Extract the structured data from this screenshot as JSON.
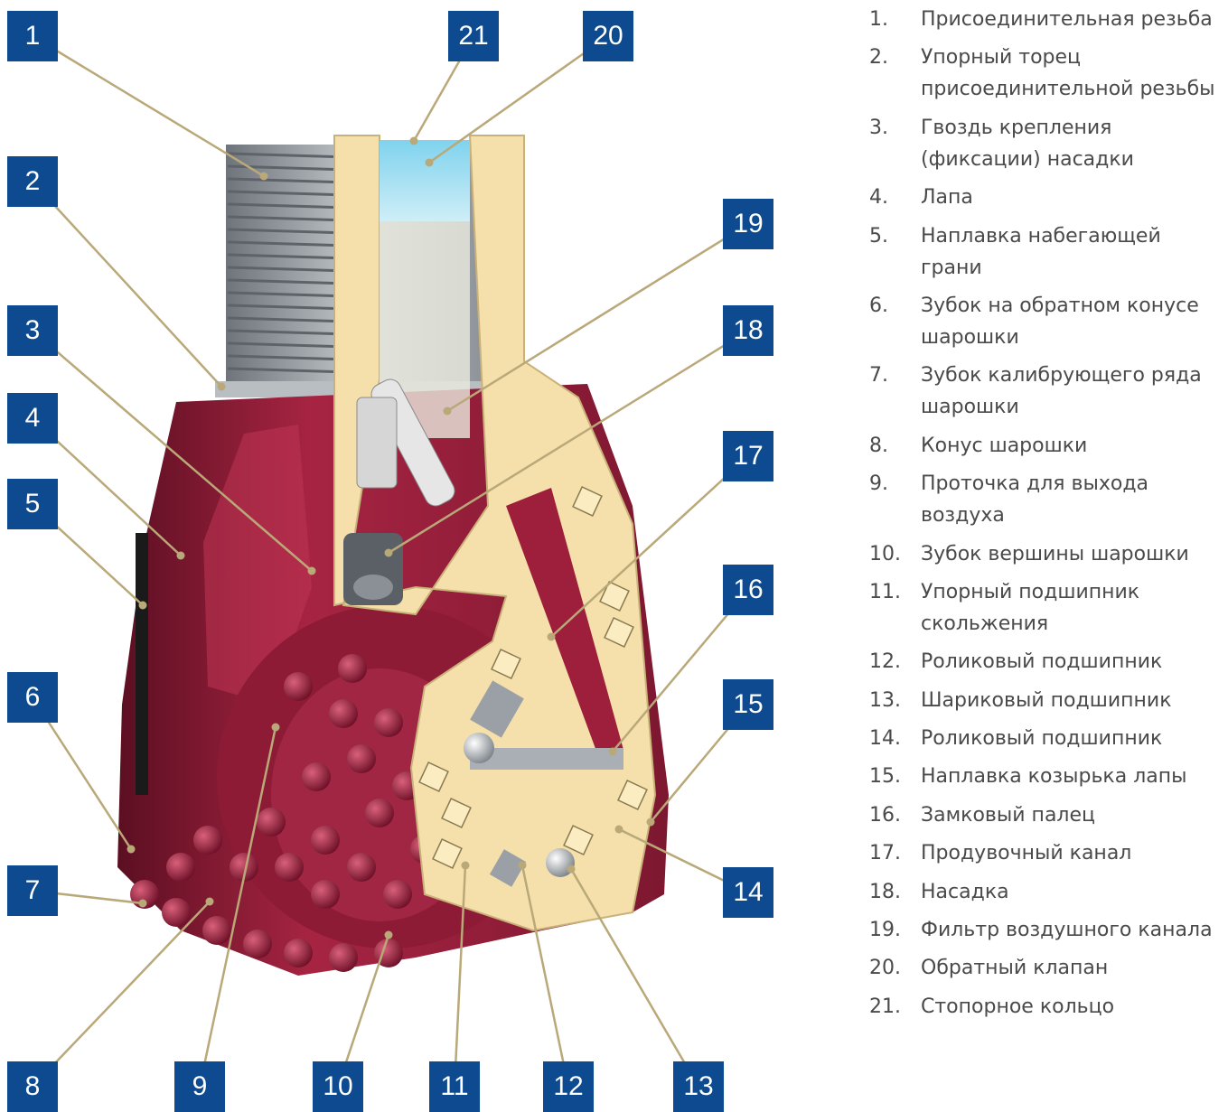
{
  "callouts": [
    {
      "id": "1",
      "label": "1"
    },
    {
      "id": "2",
      "label": "2"
    },
    {
      "id": "3",
      "label": "3"
    },
    {
      "id": "4",
      "label": "4"
    },
    {
      "id": "5",
      "label": "5"
    },
    {
      "id": "6",
      "label": "6"
    },
    {
      "id": "7",
      "label": "7"
    },
    {
      "id": "8",
      "label": "8"
    },
    {
      "id": "9",
      "label": "9"
    },
    {
      "id": "10",
      "label": "10"
    },
    {
      "id": "11",
      "label": "11"
    },
    {
      "id": "12",
      "label": "12"
    },
    {
      "id": "13",
      "label": "13"
    },
    {
      "id": "14",
      "label": "14"
    },
    {
      "id": "15",
      "label": "15"
    },
    {
      "id": "16",
      "label": "16"
    },
    {
      "id": "17",
      "label": "17"
    },
    {
      "id": "18",
      "label": "18"
    },
    {
      "id": "19",
      "label": "19"
    },
    {
      "id": "20",
      "label": "20"
    },
    {
      "id": "21",
      "label": "21"
    }
  ],
  "legend": [
    {
      "num": "1.",
      "text": "Присоединительная резьба"
    },
    {
      "num": "2.",
      "text": "Упорный торец присоединительной резьбы"
    },
    {
      "num": "3.",
      "text": "Гвоздь крепления (фиксации) насадки"
    },
    {
      "num": "4.",
      "text": "Лапа"
    },
    {
      "num": "5.",
      "text": "Наплавка набегающей грани"
    },
    {
      "num": "6.",
      "text": "Зубок на обратном конусе шарошки"
    },
    {
      "num": "7.",
      "text": "Зубок калибрующего ряда шарошки"
    },
    {
      "num": "8.",
      "text": "Конус шарошки"
    },
    {
      "num": "9.",
      "text": "Проточка для выхода воздуха"
    },
    {
      "num": "10.",
      "text": "Зубок вершины шарошки"
    },
    {
      "num": "11.",
      "text": "Упорный подшипник скольжения"
    },
    {
      "num": "12.",
      "text": "Роликовый подшипник"
    },
    {
      "num": "13.",
      "text": "Шариковый подшипник"
    },
    {
      "num": "14.",
      "text": "Роликовый подшипник"
    },
    {
      "num": "15.",
      "text": "Наплавка козырька лапы"
    },
    {
      "num": "16.",
      "text": "Замковый палец"
    },
    {
      "num": "17.",
      "text": "Продувочный канал"
    },
    {
      "num": "18.",
      "text": "Насадка"
    },
    {
      "num": "19.",
      "text": "Фильтр воздушного канала"
    },
    {
      "num": "20.",
      "text": "Обратный клапан"
    },
    {
      "num": "21.",
      "text": "Стопорное кольцо"
    }
  ],
  "colors": {
    "callout_bg": "#0d4a8f",
    "leader_line": "#b9a878",
    "body_red": "#9e1f3c",
    "section_cream": "#f6e3b0",
    "thread_gray": "#9aa0a6",
    "legend_text": "#4a4a4a"
  }
}
